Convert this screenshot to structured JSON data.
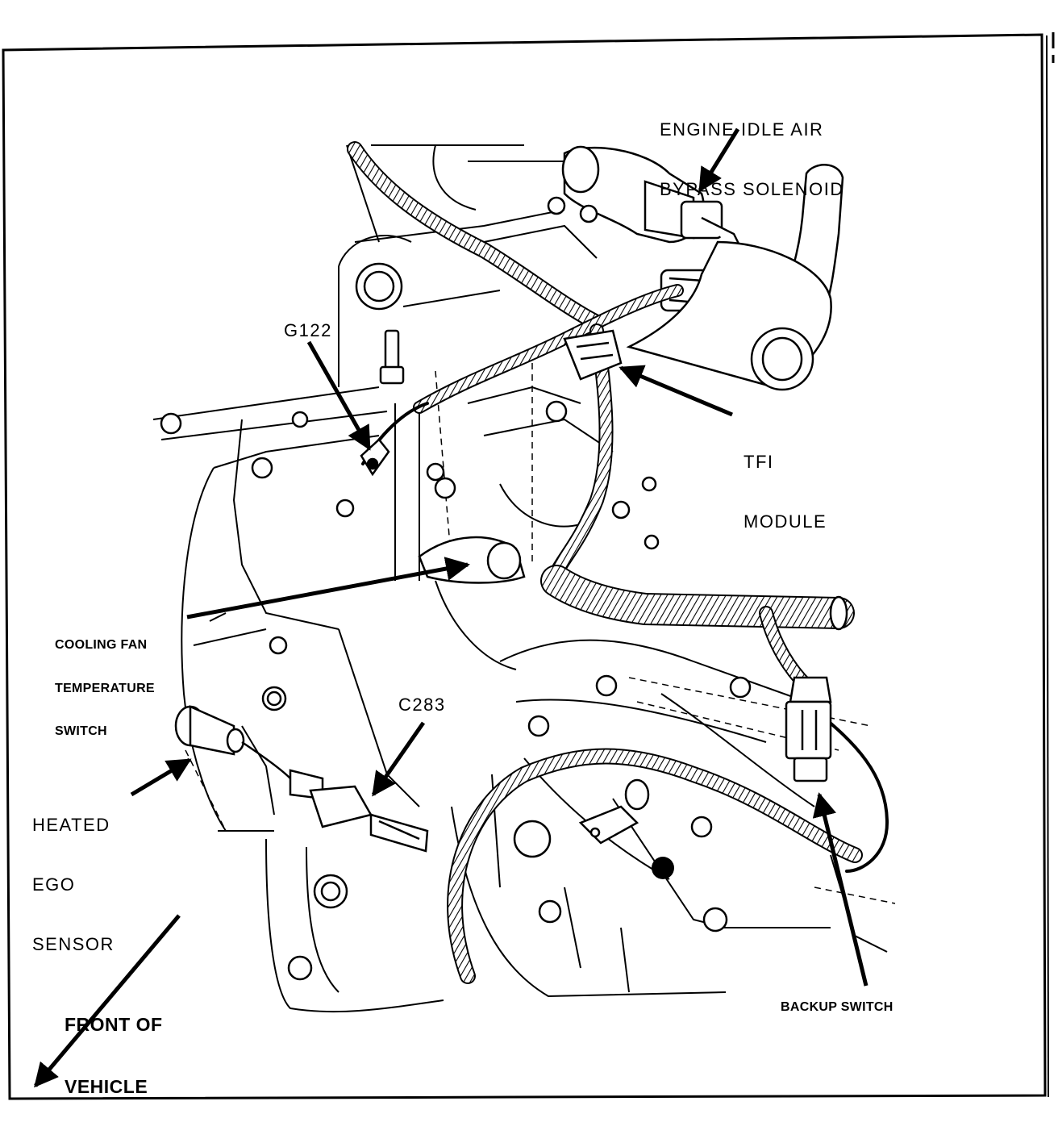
{
  "labels": {
    "idle_air_bypass": [
      "ENGINE IDLE AIR",
      "BYPASS SOLENOID"
    ],
    "g122": "G122",
    "tfi_module": [
      "TFI",
      "MODULE"
    ],
    "cooling_fan_switch": [
      "COOLING FAN",
      "TEMPERATURE",
      "SWITCH"
    ],
    "c283": "C283",
    "heated_ego_sensor": [
      "HEATED",
      "EGO",
      "SENSOR"
    ],
    "front_of_vehicle": [
      "FRONT OF",
      "VEHICLE"
    ],
    "backup_switch": "BACKUP SWITCH"
  },
  "colors": {
    "ink": "#000000",
    "paper": "#ffffff"
  }
}
